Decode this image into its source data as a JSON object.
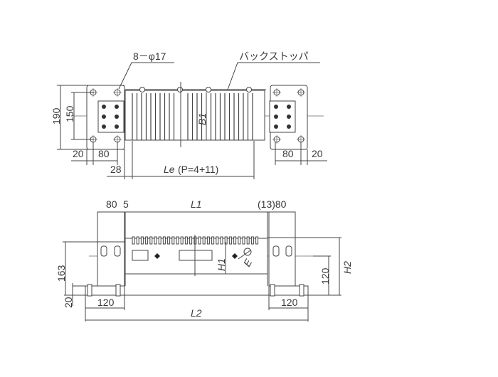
{
  "top_view": {
    "hole_label": "8－φ17",
    "stopper_label": "バックストッパ",
    "dim_190": "190",
    "dim_150": "150",
    "dim_left_20": "20",
    "dim_left_80": "80",
    "dim_right_80": "80",
    "dim_right_20": "20",
    "dim_28": "28",
    "dim_le_symbol": "Le",
    "dim_le_note": "(P=4+11)",
    "dim_b1": "B1"
  },
  "side_view": {
    "dim_80_left": "80",
    "dim_5": "5",
    "dim_l1": "L1",
    "dim_13_80": "(13)80",
    "dim_163": "163",
    "dim_20": "20",
    "dim_120_left": "120",
    "dim_120_right": "120",
    "dim_l2": "L2",
    "dim_h1": "H1",
    "dim_h2": "H2",
    "dim_120_vertical": "120",
    "dim_e": "E"
  }
}
